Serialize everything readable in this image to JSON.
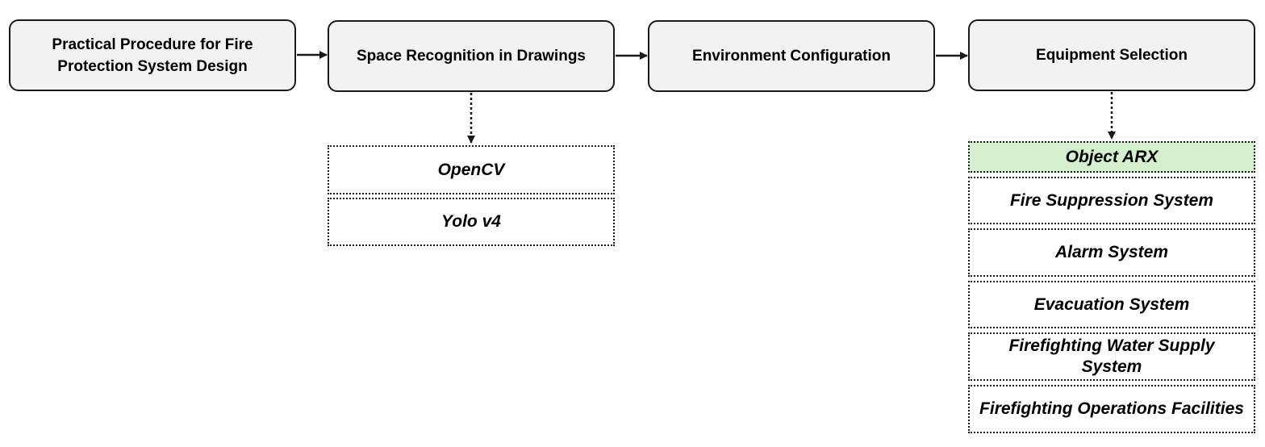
{
  "steps": [
    {
      "label": "Practical Procedure for Fire Protection System Design"
    },
    {
      "label": "Space Recognition in Drawings"
    },
    {
      "label": "Environment Configuration"
    },
    {
      "label": "Equipment Selection"
    }
  ],
  "space_recognition_tools": [
    {
      "label": "OpenCV"
    },
    {
      "label": "Yolo v4"
    }
  ],
  "equipment_tools": [
    {
      "label": "Object ARX",
      "highlight": true
    },
    {
      "label": "Fire Suppression System"
    },
    {
      "label": "Alarm System"
    },
    {
      "label": "Evacuation System"
    },
    {
      "label": "Firefighting Water Supply System"
    },
    {
      "label": "Firefighting Operations Facilities"
    }
  ],
  "colors": {
    "step_fill": "#f2f2f2",
    "highlight_fill": "#d5f0cf",
    "stroke": "#1a1a1a"
  }
}
